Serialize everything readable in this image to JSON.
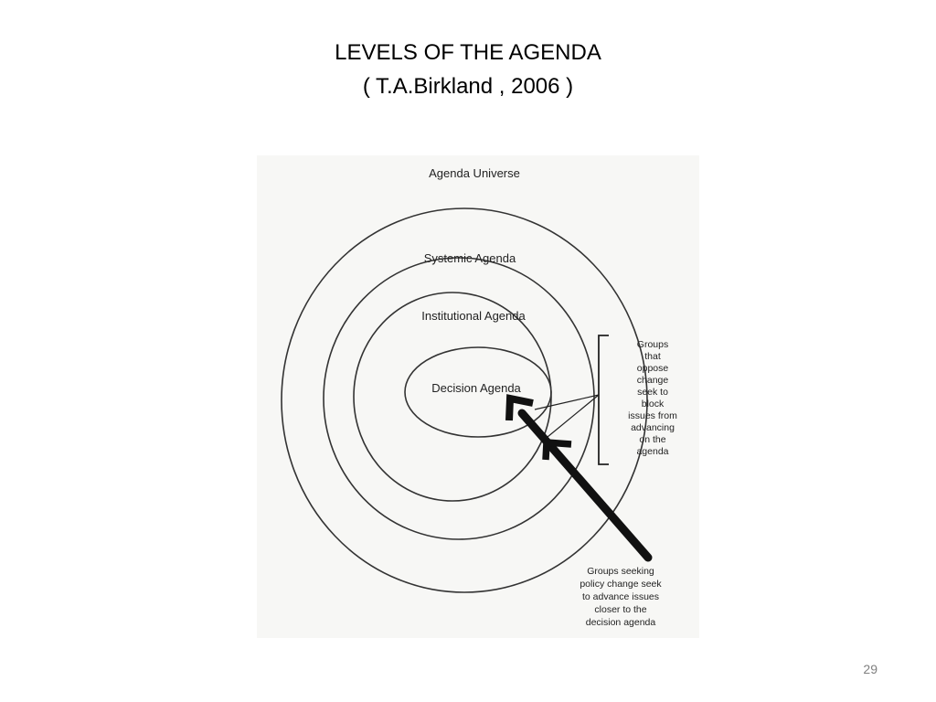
{
  "slide": {
    "title_line_1": "LEVELS  OF THE AGENDA",
    "title_line_2": "( T.A.Birkland , 2006 )",
    "page_number": "29"
  },
  "diagram": {
    "levels": [
      {
        "label": "Agenda Universe"
      },
      {
        "label": "Systemic Agenda"
      },
      {
        "label": "Institutional Agenda"
      },
      {
        "label": "Decision Agenda"
      }
    ],
    "block_note_lines": [
      "Groups",
      "that",
      "oppose",
      "change",
      "seek to",
      "block",
      "issues from",
      "advancing",
      "on the",
      "agenda"
    ],
    "advance_note_lines": [
      "Groups seeking",
      "policy change seek",
      "to advance issues",
      "closer to the",
      "decision agenda"
    ]
  }
}
